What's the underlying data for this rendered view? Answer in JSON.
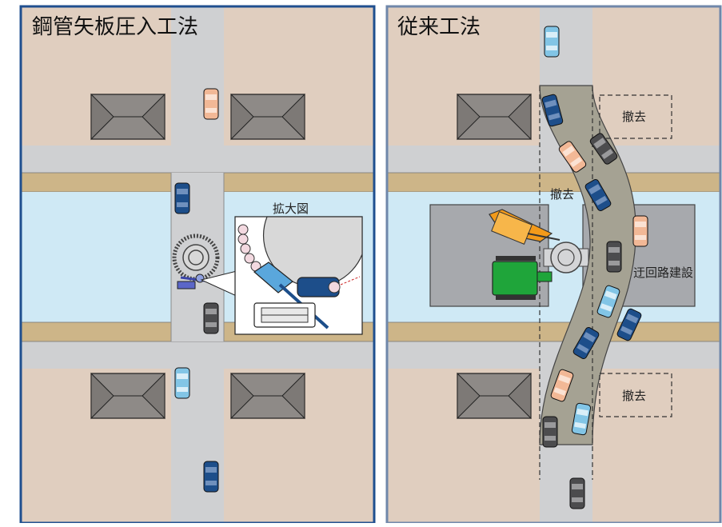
{
  "left_panel": {
    "title": "鋼管矢板圧入工法",
    "zoom_label": "拡大図"
  },
  "right_panel": {
    "title": "従来工法",
    "removal_top": "撤去",
    "removal_mid": "撤去",
    "removal_bottom": "撤去",
    "detour": "迂回路建設"
  },
  "colors": {
    "lot": "#e0cebf",
    "road": "#cfd0d2",
    "river": "#cfe9f5",
    "bank": "#cdb588",
    "roof": "#8e8a87",
    "frame_left": "#1f4f8f",
    "frame_right": "#6f87aa",
    "detour_road": "#a5a293",
    "orange_machine": "#f39a1a",
    "green_machine": "#1fa53a"
  }
}
